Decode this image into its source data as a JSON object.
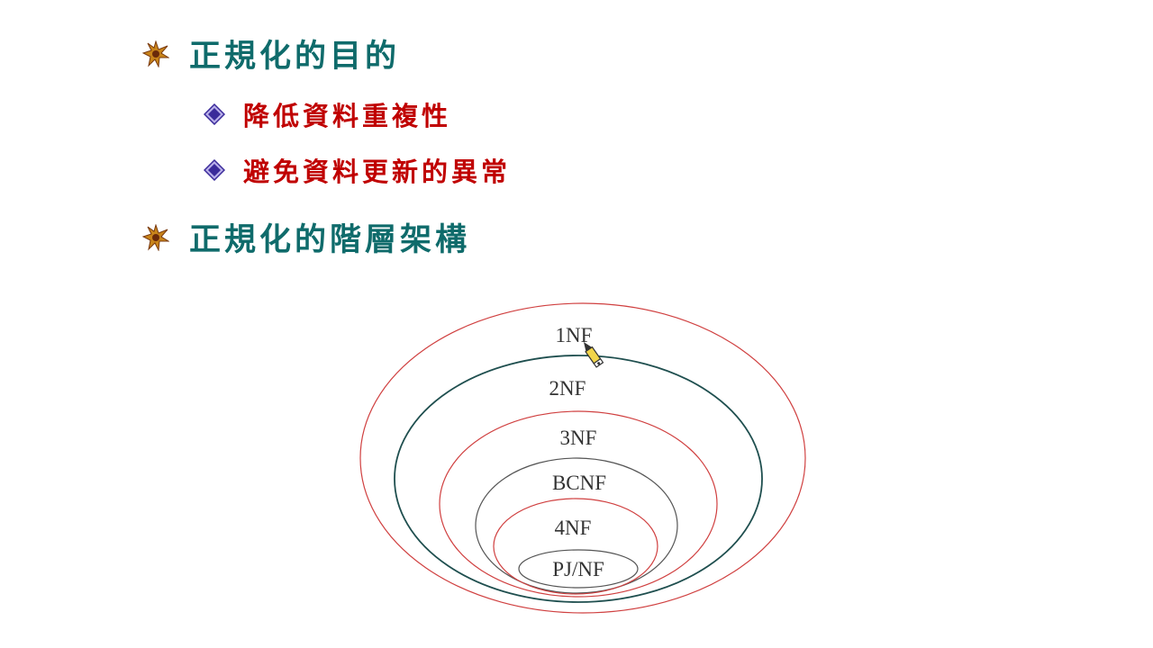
{
  "colors": {
    "level1": "#0f6b6b",
    "level2": "#c00000",
    "ring_red": "#d04040",
    "ring_dark": "#1f4f4f",
    "ring_gray": "#555555",
    "diamond": "#3a2a9a"
  },
  "bullets": {
    "purpose": {
      "text": "正規化的目的",
      "icon": "star-icon",
      "sub": [
        {
          "text": "降低資料重複性",
          "icon": "diamond-icon"
        },
        {
          "text": "避免資料更新的異常",
          "icon": "diamond-icon"
        }
      ]
    },
    "hierarchy": {
      "text": "正規化的階層架構",
      "icon": "star-icon"
    }
  },
  "diagram": {
    "levels": [
      "1NF",
      "2NF",
      "3NF",
      "BCNF",
      "4NF",
      "PJ/NF"
    ]
  },
  "cursor": {
    "icon": "pen-cursor-icon"
  }
}
